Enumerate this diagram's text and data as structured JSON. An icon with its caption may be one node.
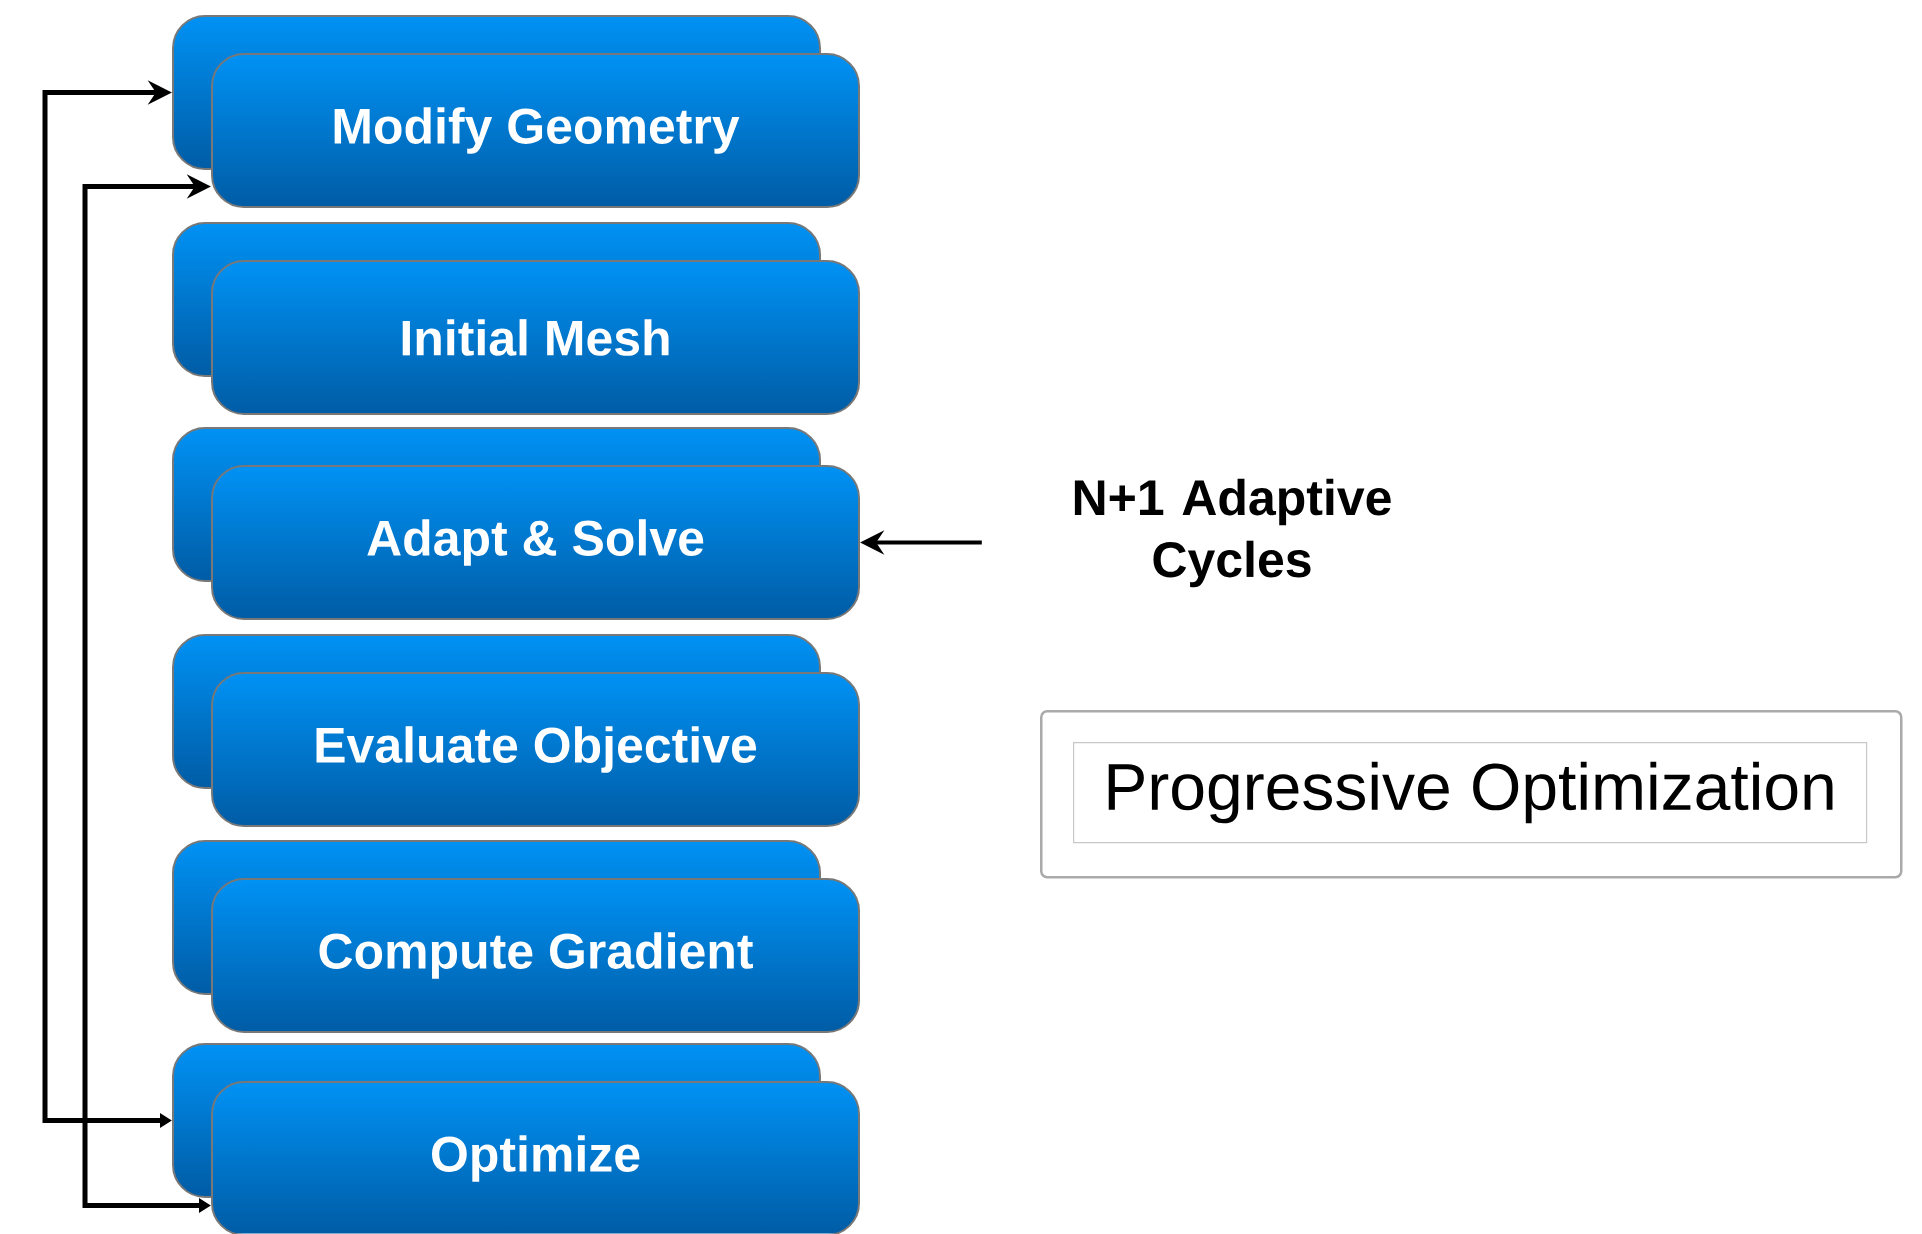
{
  "diagram": {
    "nodes": [
      {
        "text": [],
        "shape": "box"
      },
      {
        "text": [
          "Modify Geometry"
        ]
      },
      {
        "text": [],
        "shape": "box"
      },
      {
        "text": [
          "Initial Mesh"
        ]
      },
      {
        "text": [],
        "shape": "box"
      },
      {
        "text": [
          "Adapt & Solve"
        ]
      },
      {
        "text": [],
        "shape": "box"
      },
      {
        "text": [
          "Evaluate Objective"
        ]
      },
      {
        "text": [],
        "shape": "box"
      },
      {
        "text": [
          "Compute Gradient"
        ]
      },
      {
        "text": [],
        "shape": "box"
      },
      {
        "text": [
          "Optimize"
        ]
      },
      {
        "text": [
          "N+1 Adaptive Cycles"
        ]
      },
      {
        "text": [],
        "shape": "box"
      },
      {
        "text": [
          "Progressive Optimization"
        ],
        "in": 13
      }
    ],
    "edges": [
      {
        "from": 10,
        "to": 0,
        "arrow": "both"
      },
      {
        "from": 11,
        "to": 1,
        "arrow": "both"
      },
      {
        "from": 12,
        "to": 5,
        "arrow": "to"
      }
    ]
  }
}
